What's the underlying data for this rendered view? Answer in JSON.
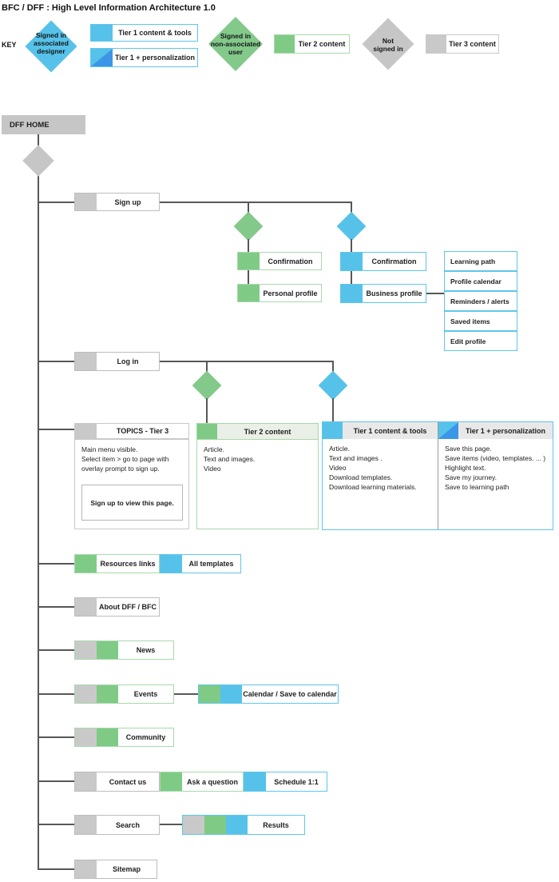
{
  "title": "BFC / DFF :  High Level Information Architecture 1.0",
  "key": {
    "label": "KEY",
    "designer": "Signed in\nassociated\ndesigner",
    "tier1_tools": "Tier 1 content  & tools",
    "tier1_personalization": "Tier 1  +  personalization",
    "non_associated": "Signed in\nnon-associated\nuser",
    "tier2": "Tier 2 content",
    "not_signed_in": "Not\nsigned in",
    "tier3": "Tier 3 content"
  },
  "flow": {
    "home": "DFF HOME",
    "sign_up": "Sign up",
    "confirmation_green": "Confirmation",
    "personal_profile": "Personal profile",
    "confirmation_blue": "Confirmation",
    "business_profile": "Business profile",
    "profile_pages": [
      "Learning path",
      "Profile calendar",
      "Reminders / alerts",
      "Saved items",
      "Edit profile"
    ],
    "log_in": "Log in",
    "topics": {
      "header": "TOPICS  - Tier 3",
      "body": "Main menu visible.\nSelect item > go to page with\noverlay prompt to sign up.",
      "prompt": "Sign up to view this page."
    },
    "tier2_panel": {
      "header": "Tier 2 content",
      "body": "Article.\nText and images.\nVideo"
    },
    "tier1_panel": {
      "header_tools": "Tier 1 content  & tools",
      "body_tools": "Article.\nText and images .\nVideo\nDownload templates.\nDownload learning materials.",
      "header_personalization": "Tier 1  +  personalization",
      "body_personalization": "Save this page.\nSave items (video, templates. ... )\nHighlight text.\nSave my journey.\nSave to learning path"
    },
    "resources": "Resources links",
    "all_templates": "All templates",
    "about": "About DFF / BFC",
    "news": "News",
    "events": "Events",
    "calendar": "Calendar / Save to calendar",
    "community": "Community",
    "contact": "Contact us",
    "ask_question": "Ask a question",
    "schedule": "Schedule 1:1",
    "search": "Search",
    "results": "Results",
    "sitemap": "Sitemap"
  },
  "colors": {
    "cyan": "#56c2e9",
    "blue": "#3b96e8",
    "green": "#7fcb86",
    "gray": "#c9c9c9",
    "line": "#57575a"
  }
}
